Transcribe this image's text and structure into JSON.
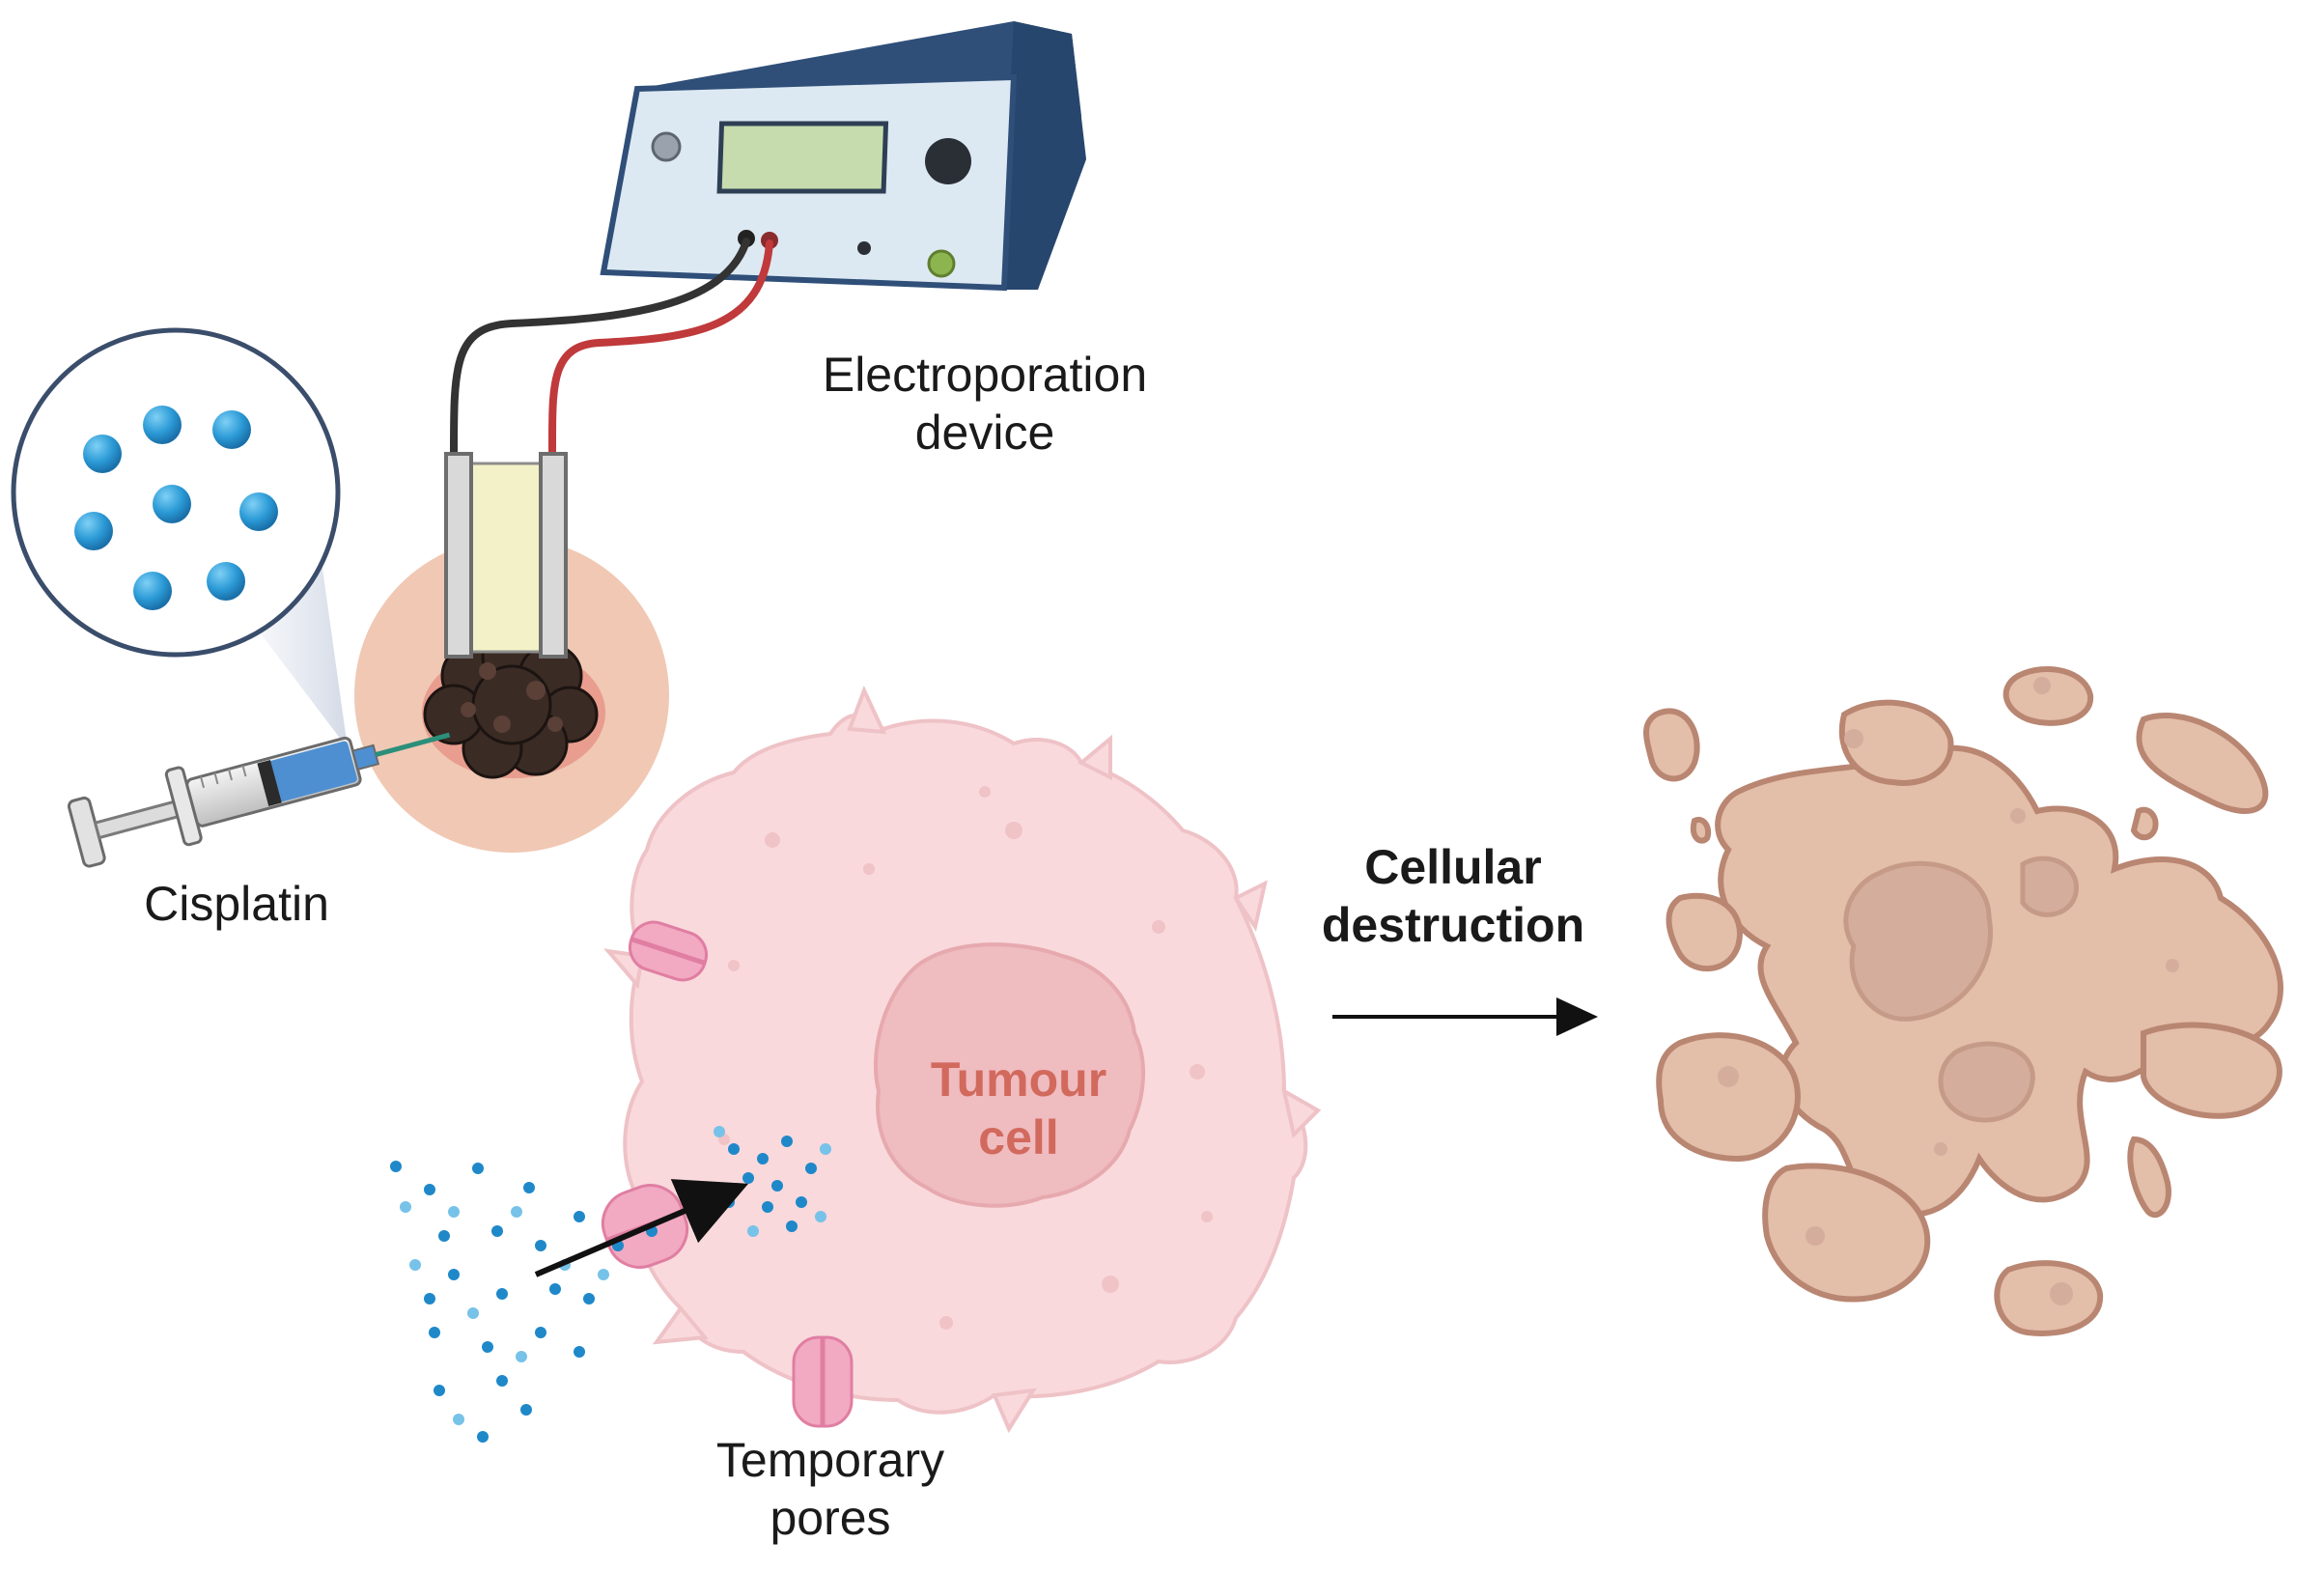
{
  "labels": {
    "electroporation_line1": "Electroporation",
    "electroporation_line2": "device",
    "cisplatin": "Cisplatin",
    "cellular_line1": "Cellular",
    "cellular_line2": "destruction",
    "tumour_line1": "Tumour",
    "tumour_line2": "cell",
    "pores_line1": "Temporary",
    "pores_line2": "pores"
  },
  "colors": {
    "device_body": "#3a5f8c",
    "device_panel": "#dde9f2",
    "screen": "#c7dcae",
    "wire_black": "#333333",
    "wire_red": "#c0393b",
    "drug_blue": "#1f88c9",
    "skin": "#f0c8b4",
    "tumour_dark": "#3b2b25",
    "cell_fill": "#f9d9dc",
    "cell_nucleus": "#efbcc0",
    "pore_pink": "#f2a9c2",
    "debris_fill": "#e3bea9",
    "debris_stroke": "#b98672",
    "arrow": "#111111"
  },
  "icons": {
    "device": "electroporation-device-icon",
    "syringe": "syringe-icon",
    "magnifier": "magnified-drug-circle-icon",
    "tumour": "skin-tumour-icon",
    "cell": "tumour-cell-icon",
    "debris": "destroyed-cell-debris-icon"
  }
}
